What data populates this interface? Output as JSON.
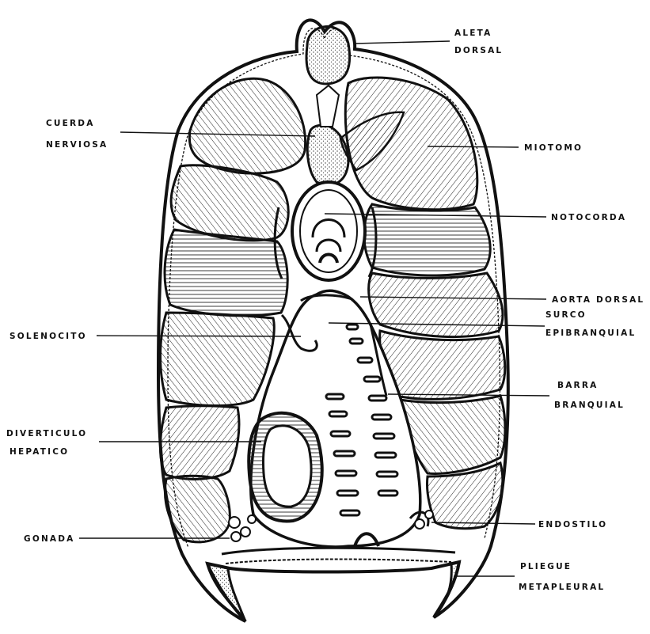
{
  "labels": {
    "aleta_dorsal": [
      "ALETA",
      "DORSAL"
    ],
    "cuerda_nerviosa": [
      "CUERDA",
      "NERVIOSA"
    ],
    "miotomo": [
      "MIOTOMO"
    ],
    "notocorda": [
      "NOTOCORDA"
    ],
    "aorta_dorsal": [
      "AORTA DORSAL"
    ],
    "surco_epibranquial": [
      "SURCO",
      "EPIBRANQUIAL"
    ],
    "solenocito": [
      "SOLENOCITO"
    ],
    "barra_branquial": [
      "BARRA",
      "BRANQUIAL"
    ],
    "diverticulo_hepatico": [
      "DIVERTICULO",
      "HEPATICO"
    ],
    "endostilo": [
      "ENDOSTILO"
    ],
    "gonada": [
      "GONADA"
    ],
    "pliegue_metapleural": [
      "PLIEGUE",
      "METAPLEURAL"
    ]
  },
  "colors": {
    "ink": "#111111",
    "paper": "#ffffff",
    "shade": "#5a5a5a"
  }
}
